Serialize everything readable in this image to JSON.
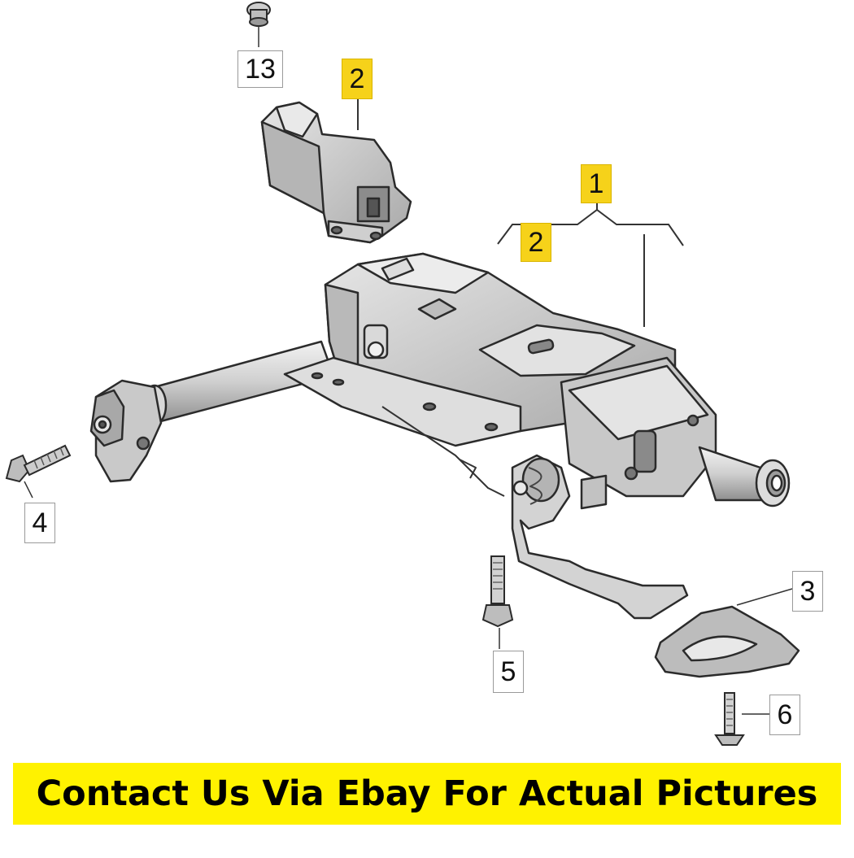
{
  "callouts": {
    "c13": "13",
    "c2_top": "2",
    "c1": "1",
    "c2_mid": "2",
    "c4": "4",
    "c3": "3",
    "c5": "5",
    "c6": "6"
  },
  "banner": {
    "text": "Contact Us Via Ebay For Actual Pictures"
  },
  "colors": {
    "highlight": "#f6d21a",
    "banner": "#fff200",
    "part_fill": "#d4d4d4",
    "part_stroke": "#2b2b2b"
  }
}
